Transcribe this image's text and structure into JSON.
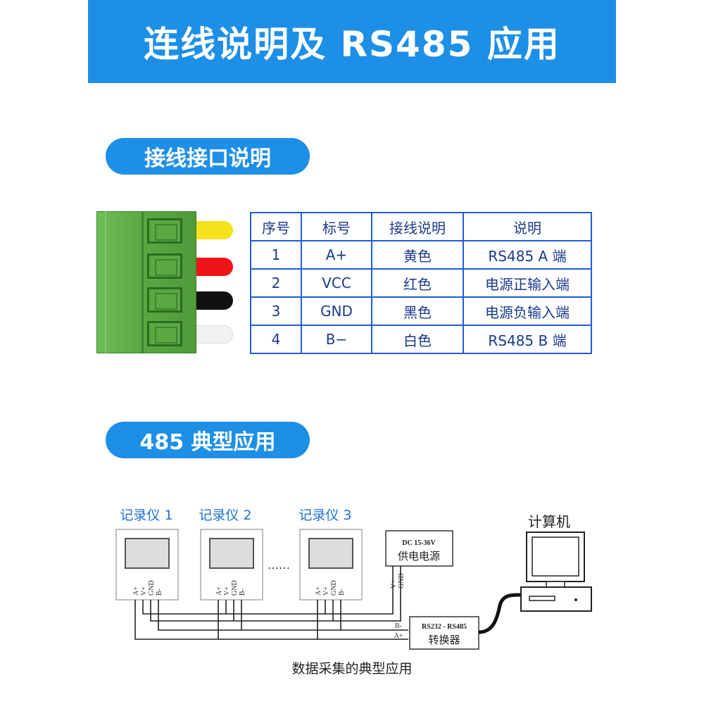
{
  "banner_title": "连线说明及 RS485 应用",
  "section1_title": "接线接口说明",
  "section2_title": "485 典型应用",
  "wire_colors": [
    "#f5e21a",
    "#f0131a",
    "#111111",
    "#f2f2f2"
  ],
  "pin_table": {
    "headers": [
      "序号",
      "标号",
      "接线说明",
      "说明"
    ],
    "rows": [
      [
        "1",
        "A+",
        "黄色",
        "RS485 A 端"
      ],
      [
        "2",
        "VCC",
        "红色",
        "电源正输入端"
      ],
      [
        "3",
        "GND",
        "黑色",
        "电源负输入端"
      ],
      [
        "4",
        "B−",
        "白色",
        "RS485 B 端"
      ]
    ]
  },
  "diagram": {
    "recorders": [
      "记录仪 1",
      "记录仪 2",
      "记录仪 3"
    ],
    "ellipsis": "……",
    "pin_labels": [
      "A+",
      "V+",
      "GND",
      "B-"
    ],
    "psu_lines": [
      "DC 15-36V",
      "供电电源"
    ],
    "psu_pins": [
      "V+",
      "GND"
    ],
    "converter_lines": [
      "RS232 - RS485",
      "转换器"
    ],
    "bus_labels": [
      "B-",
      "A+"
    ],
    "computer_label": "计算机",
    "caption": "数据采集的典型应用"
  }
}
